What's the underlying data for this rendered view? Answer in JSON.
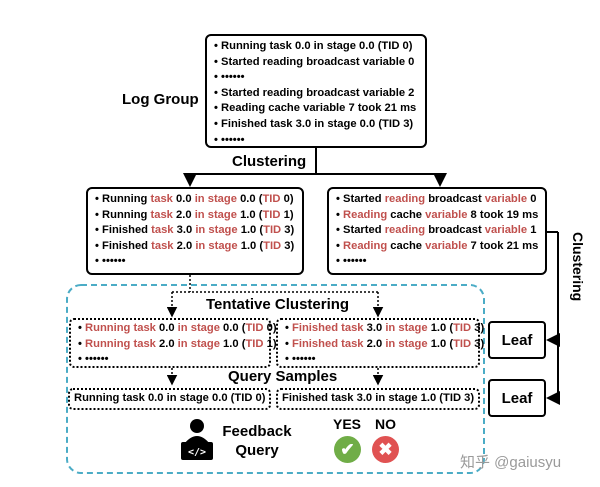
{
  "diagram": {
    "log_group": {
      "label": "Log Group",
      "lines": [
        "• Running task 0.0 in stage 0.0 (TID 0)",
        "• Started reading broadcast variable 0",
        "• ••••••",
        "• Started reading broadcast variable 2",
        "• Reading cache variable 7 took 21 ms",
        "• Finished task 3.0 in stage 0.0 (TID 3)",
        "• ••••••"
      ]
    },
    "clustering_label": "Clustering",
    "clustering_label_vertical": "Clustering",
    "left_cluster": {
      "lines": [
        [
          "• Running ",
          "task",
          " 0.0 ",
          "in stage",
          " 0.0 (",
          "TID",
          " 0)"
        ],
        [
          "• Running ",
          "task",
          " 2.0 ",
          "in stage",
          " 1.0 (",
          "TID",
          " 1)"
        ],
        [
          "• Finished ",
          "task",
          " 3.0 ",
          "in stage",
          " 1.0 (",
          "TID",
          " 3)"
        ],
        [
          "• Finished ",
          "task",
          " 2.0 ",
          "in stage",
          " 1.0 (",
          "TID",
          " 3)"
        ],
        [
          "• ••••••"
        ]
      ]
    },
    "right_cluster": {
      "lines": [
        [
          "• Started ",
          "reading",
          " broadcast ",
          "variable",
          " 0"
        ],
        [
          "• ",
          "Reading",
          " cache ",
          "variable",
          " 8 took 19 ms"
        ],
        [
          "• Started ",
          "reading",
          " broadcast ",
          "variable",
          " 1"
        ],
        [
          "• ",
          "Reading",
          " cache ",
          "variable",
          " 7 took 21 ms"
        ],
        [
          "• ••••••"
        ]
      ]
    },
    "tentative": {
      "title": "Tentative Clustering",
      "left_lines": [
        [
          "• ",
          "Running task",
          " 0.0 ",
          "in stage",
          " 0.0 (",
          "TID",
          " 0)"
        ],
        [
          "• ",
          "Running task",
          " 2.0 ",
          "in stage",
          " 1.0 (",
          "TID",
          " 1)"
        ],
        [
          "• ••••••"
        ]
      ],
      "right_lines": [
        [
          "• ",
          "Finished task",
          " 3.0 ",
          "in stage",
          " 1.0 (",
          "TID",
          " 3)"
        ],
        [
          "• ",
          "Finished task",
          " 2.0 ",
          "in stage",
          " 1.0 (",
          "TID",
          " 3)"
        ],
        [
          "• ••••••"
        ]
      ]
    },
    "query_samples": {
      "title": "Query Samples",
      "left": "Running task 0.0 in stage 0.0 (TID 0)",
      "right": "Finished task 3.0 in stage 1.0 (TID 3)"
    },
    "feedback": {
      "line1": "Feedback",
      "line2": "Query",
      "yes": "YES",
      "no": "NO",
      "check_symbol": "✔",
      "cross_symbol": "✖"
    },
    "leaf_top": "Leaf",
    "leaf_bottom": "Leaf",
    "colors": {
      "highlight": "#c0504d",
      "dashed_region": "#4bacc6",
      "yes": "#70ad47",
      "no": "#e05252"
    }
  },
  "watermark": "知乎 @gaiusyu"
}
